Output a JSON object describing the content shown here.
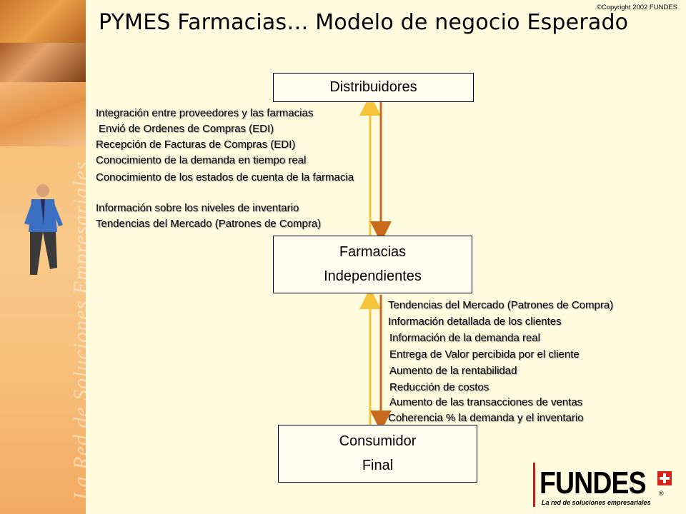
{
  "copyright": "©Copyright 2002 FUNDES",
  "title": "PYMES Farmacias… Modelo de negocio Esperado",
  "sidebar": {
    "tagline": "La Red de Soluciones Empresariales"
  },
  "boxes": {
    "distribuidores": "Distribuidores",
    "farmacias_line1": "Farmacias",
    "farmacias_line2": "Independientes",
    "consumidor_line1": "Consumidor",
    "consumidor_line2": "Final"
  },
  "upper_benefits": [
    "Integración entre proveedores y las farmacias",
    "Envió de Ordenes de Compras (EDI)",
    "Recepción de Facturas de Compras (EDI)",
    "Conocimiento de la demanda en tiempo real",
    "Conocimiento de los estados de cuenta de la farmacia",
    "Información sobre los niveles de inventario",
    "Tendencias del Mercado (Patrones de Compra)"
  ],
  "lower_benefits": [
    "Tendencias del Mercado (Patrones de Compra)",
    "Información detallada de los clientes",
    "Información de la demanda real",
    "Entrega de Valor percibida por el cliente",
    "Aumento de la rentabilidad",
    "Reducción de costos",
    "Aumento de las transacciones de ventas",
    "Coherencia % la demanda y el inventario"
  ],
  "logo": {
    "wordmark": "FUNDES",
    "registered": "®",
    "tagline": "La red de soluciones empresariales"
  },
  "colors": {
    "up_arrow": "#f5c33a",
    "down_arrow": "#c86a1e",
    "background": "#fffbdf"
  }
}
